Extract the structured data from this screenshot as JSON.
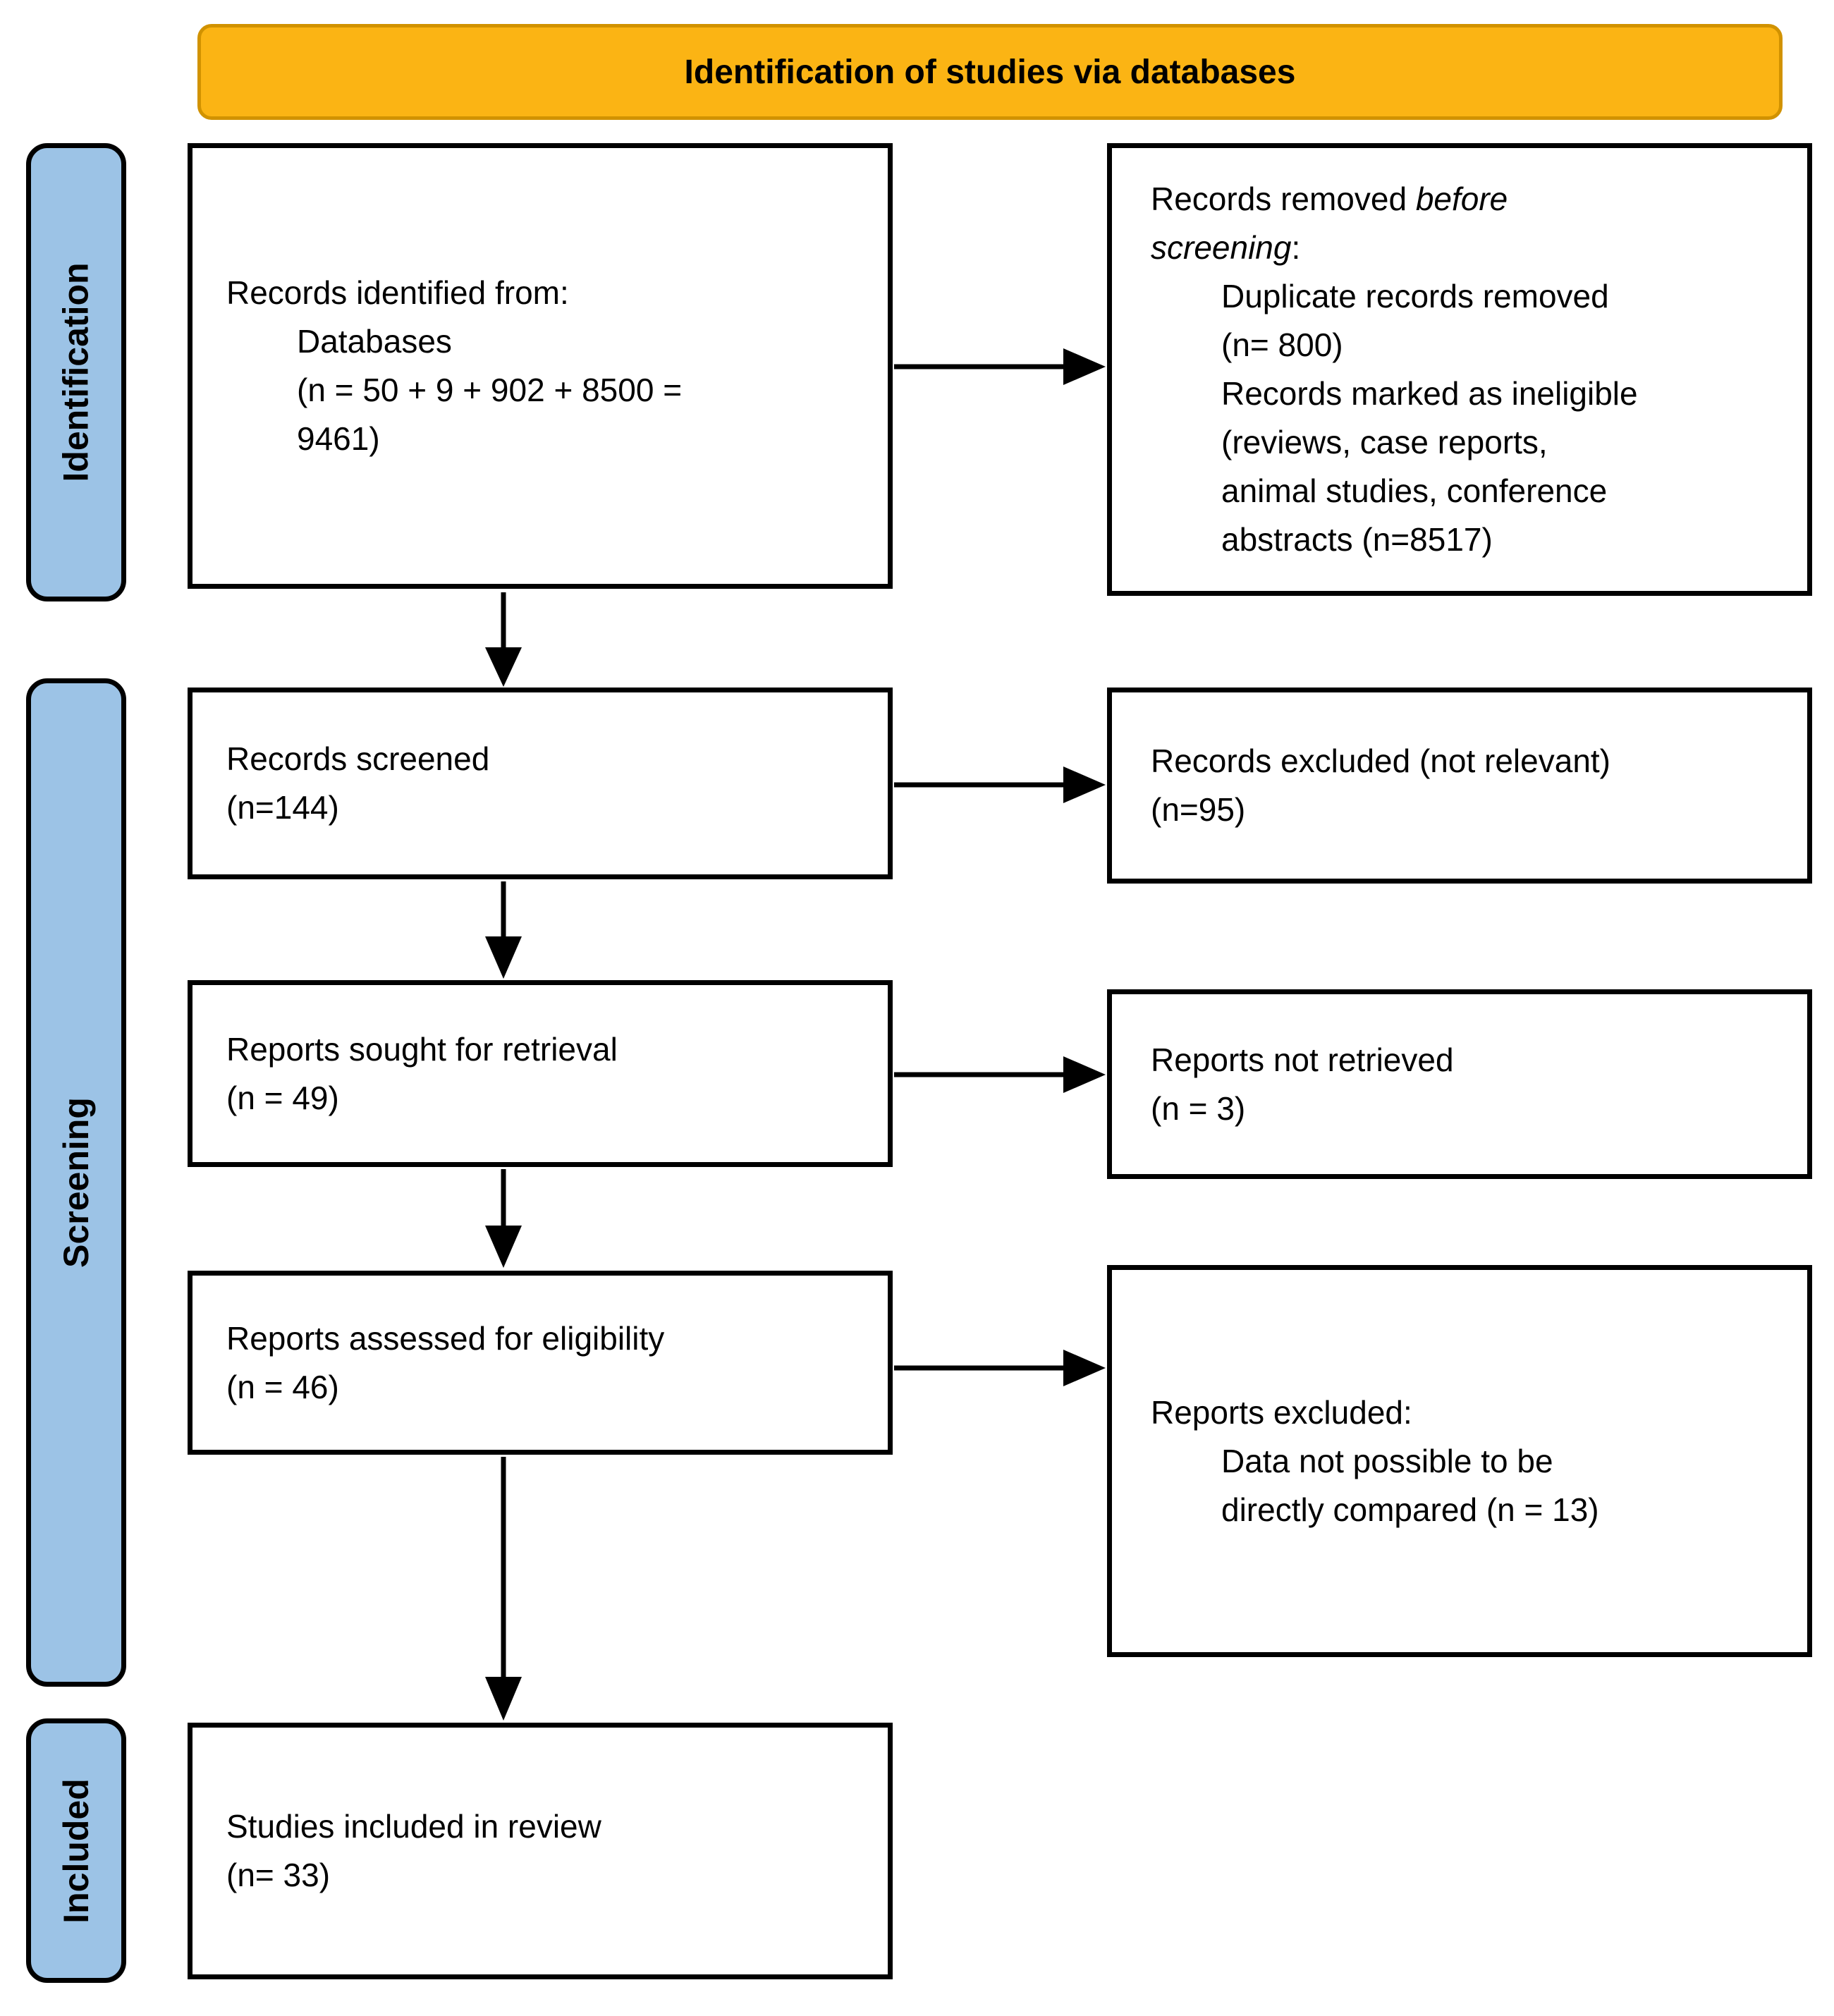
{
  "header": {
    "title": "Identification of studies via databases"
  },
  "sidebar": {
    "stages": [
      {
        "label": "Identification"
      },
      {
        "label": "Screening"
      },
      {
        "label": "Included"
      }
    ]
  },
  "flow": {
    "left_column": [
      {
        "id": "records-identified",
        "lines": [
          "Records identified from:",
          ">Databases",
          ">(n = 50 + 9 + 902 + 8500 =",
          ">9461)"
        ]
      },
      {
        "id": "records-screened",
        "lines": [
          "Records screened",
          "(n=144)"
        ]
      },
      {
        "id": "reports-sought",
        "lines": [
          "Reports sought for retrieval",
          "(n = 49)"
        ]
      },
      {
        "id": "reports-assessed",
        "lines": [
          "Reports assessed for eligibility",
          "(n = 46)"
        ]
      },
      {
        "id": "studies-included",
        "lines": [
          "Studies included in review",
          "(n= 33)"
        ]
      }
    ],
    "right_column": [
      {
        "id": "records-removed-before-screening",
        "lines": [
          "Records removed *before*",
          "*screening*:",
          ">Duplicate records removed",
          ">(n= 800)",
          ">Records marked as ineligible",
          ">(reviews, case reports,",
          ">animal studies, conference",
          ">abstracts (n=8517)"
        ]
      },
      {
        "id": "records-excluded",
        "lines": [
          "Records excluded (not relevant)",
          "(n=95)"
        ]
      },
      {
        "id": "reports-not-retrieved",
        "lines": [
          "Reports not retrieved",
          "(n = 3)"
        ]
      },
      {
        "id": "reports-excluded",
        "lines": [
          "Reports excluded:",
          ">Data not possible to be",
          ">directly compared (n = 13)"
        ]
      }
    ]
  },
  "colors": {
    "banner_fill": "#FBB414",
    "banner_border": "#D19200",
    "stage_fill": "#9CC3E6",
    "box_border": "#000000",
    "arrow": "#000000"
  }
}
